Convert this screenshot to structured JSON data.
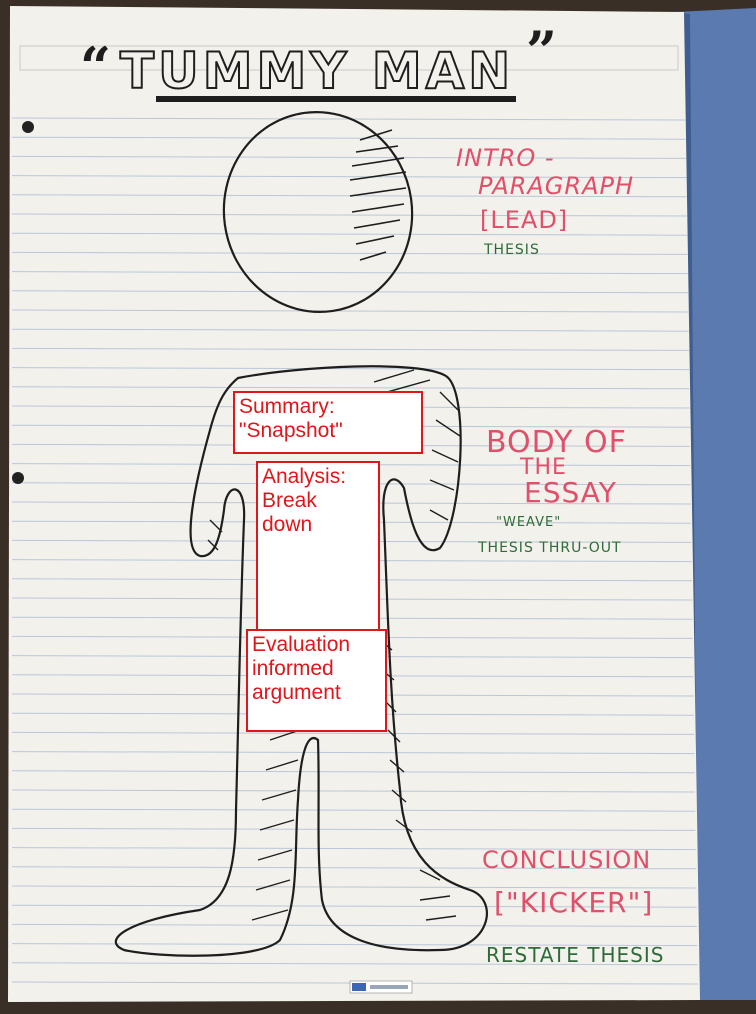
{
  "title": {
    "open_quote": "“",
    "text": "TUMMY MAN",
    "close_quote": "”"
  },
  "notes": {
    "intro_line1": "INTRO -",
    "intro_line2": "PARAGRAPH",
    "lead": "[LEAD]",
    "thesis": "THESIS",
    "body_line1": "BODY OF",
    "body_line2": "THE",
    "body_line3": "ESSAY",
    "weave": "\"WEAVE\"",
    "thesis_thru": "THESIS THRU-OUT",
    "conclusion": "CONCLUSION",
    "kicker": "[\"KICKER\"]",
    "restate": "RESTATE THESIS"
  },
  "boxes": {
    "summary": [
      "Summary:",
      "\"Snapshot\""
    ],
    "analysis": [
      "Analysis:",
      "Break",
      "down"
    ],
    "evaluation": [
      "Evaluation",
      "informed",
      "argument"
    ]
  },
  "colors": {
    "label_red": "#e0161b",
    "pen_pink": "#e0506a",
    "pen_green": "#2f6b3a",
    "pen_black": "#1e1e1e",
    "paper": "#f3f1ec",
    "ruling": "#b9c7d9",
    "binder_blue": "#5b7bb0"
  },
  "icons": [
    "hole-punch-icon",
    "watermark-logo"
  ]
}
